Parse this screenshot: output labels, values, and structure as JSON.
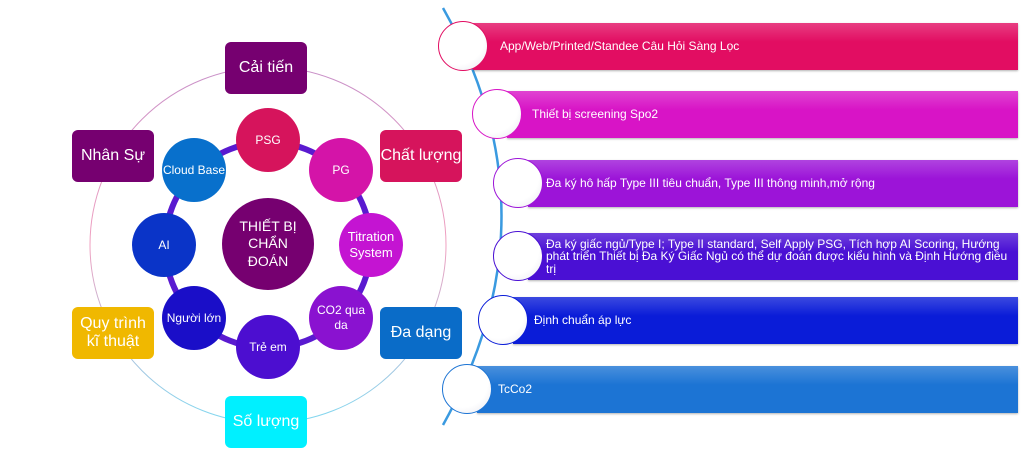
{
  "center": {
    "label": "THIẾT BỊ CHẨN ĐOÁN",
    "color": "#760070"
  },
  "inner_nodes": [
    {
      "label": "PSG",
      "color": "#d6145c"
    },
    {
      "label": "PG",
      "color": "#d414a8"
    },
    {
      "label": "Titration System",
      "color": "#c414d2"
    },
    {
      "label": "CO2 qua da",
      "color": "#8a12d0"
    },
    {
      "label": "Trẻ em",
      "color": "#4c0ed0"
    },
    {
      "label": "Người lớn",
      "color": "#1a0ec8"
    },
    {
      "label": "AI",
      "color": "#0a34c8"
    },
    {
      "label": "Cloud Base",
      "color": "#0870cc"
    }
  ],
  "outer_boxes": [
    {
      "label": "Cải tiến",
      "color": "#760070"
    },
    {
      "label": "Chất lượng",
      "color": "#d6145c"
    },
    {
      "label": "Đa dạng",
      "color": "#0a6cc8"
    },
    {
      "label": "Số lượng",
      "color": "#00f0ff"
    },
    {
      "label": "Quy trình kĩ thuật",
      "color": "#f0b800"
    },
    {
      "label": "Nhân Sự",
      "color": "#760070"
    }
  ],
  "list_items": [
    {
      "label": "App/Web/Printed/Standee  Câu Hỏi Sàng Lọc",
      "color": "#e20d62"
    },
    {
      "label": "Thiết bị screening Spo2",
      "color": "#d814c6"
    },
    {
      "label": "Đa ký hô hấp Type III tiêu chuẩn, Type III thông minh,mở  rộng",
      "color": "#9c14d8"
    },
    {
      "label": "Đa ký giấc ngủ/Type  I;  Type II standard, Self Apply  PSG, Tích hợp AI Scoring, Hướng phát triển Thiết bị Đa Ký Giấc Ngủ có thể dự đoán được kiểu hình và Định Hướng điều trị",
      "color": "#4a10d4"
    },
    {
      "label": "Định chuẩn áp lực",
      "color": "#0a1cd8"
    },
    {
      "label": "TcCo2",
      "color": "#1c74d4"
    }
  ]
}
